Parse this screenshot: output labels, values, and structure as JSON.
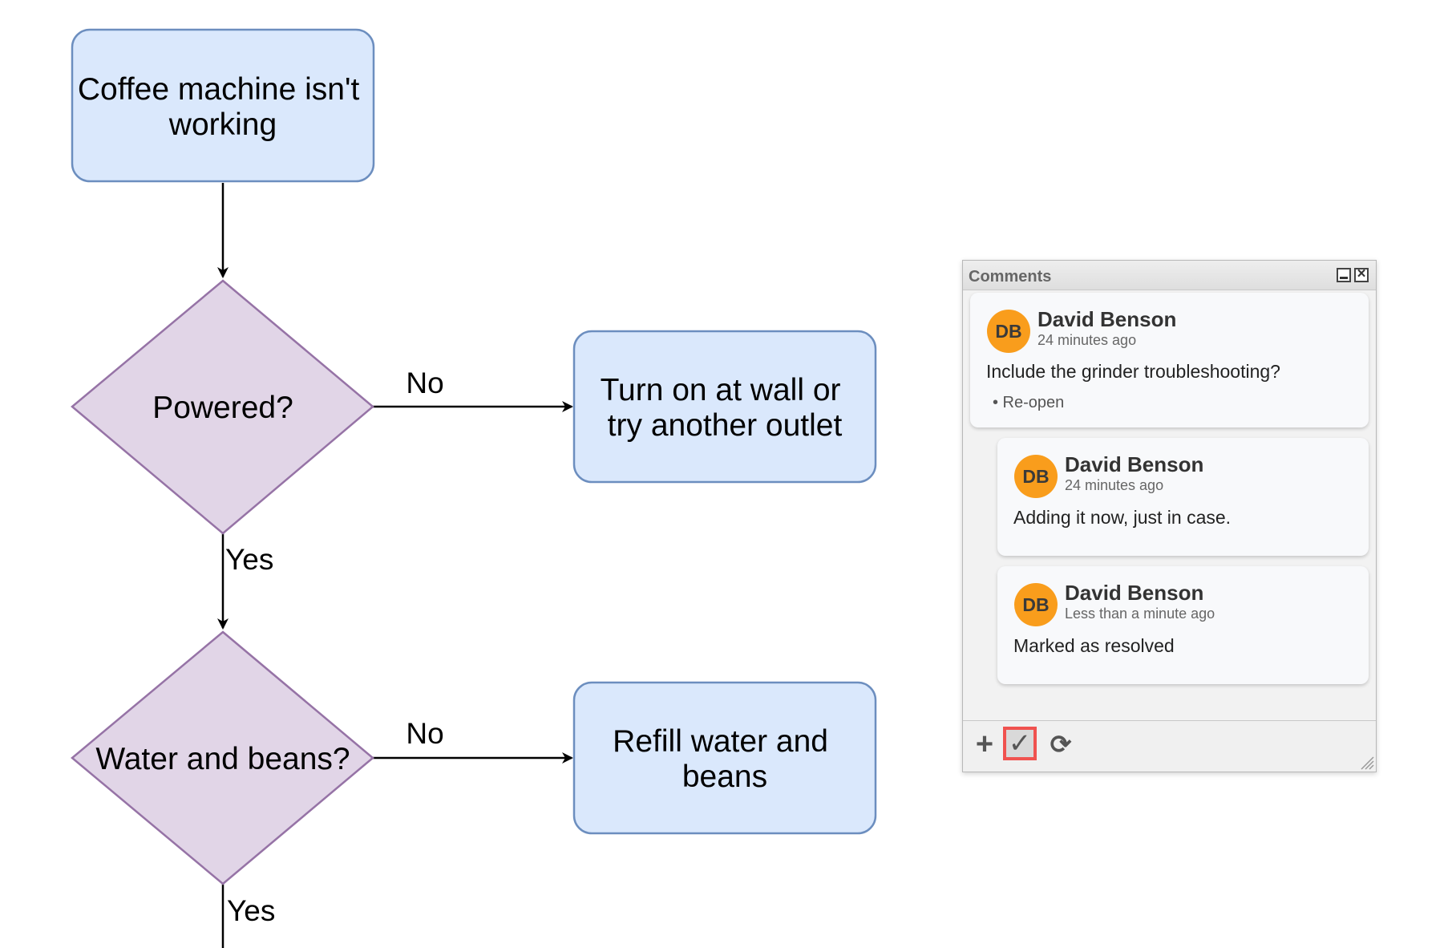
{
  "flowchart": {
    "start": "Coffee machine isn't working",
    "decision_powered": "Powered?",
    "action_power": "Turn on at wall or try another outlet",
    "decision_water": "Water and beans?",
    "action_refill": "Refill water and beans",
    "edge_no_1": "No",
    "edge_yes_1": "Yes",
    "edge_no_2": "No",
    "edge_yes_2": "Yes",
    "colors": {
      "process_fill": "#dae8fc",
      "process_stroke": "#6c8ebf",
      "decision_fill": "#e1d5e7",
      "decision_stroke": "#9673a6"
    }
  },
  "comments_panel": {
    "title": "Comments",
    "comments": [
      {
        "initials": "DB",
        "author": "David Benson",
        "time": "24 minutes ago",
        "text": "Include the grinder troubleshooting?",
        "action": "• Re-open"
      },
      {
        "initials": "DB",
        "author": "David Benson",
        "time": "24 minutes ago",
        "text": "Adding it now, just in case."
      },
      {
        "initials": "DB",
        "author": "David Benson",
        "time": "Less than a minute ago",
        "text": "Marked as resolved"
      }
    ],
    "toolbar": {
      "add_icon": "plus-icon",
      "resolve_icon": "checkmark-icon",
      "refresh_icon": "refresh-icon"
    },
    "avatar_color": "#f99d1c",
    "highlight_color": "#f0524f"
  }
}
